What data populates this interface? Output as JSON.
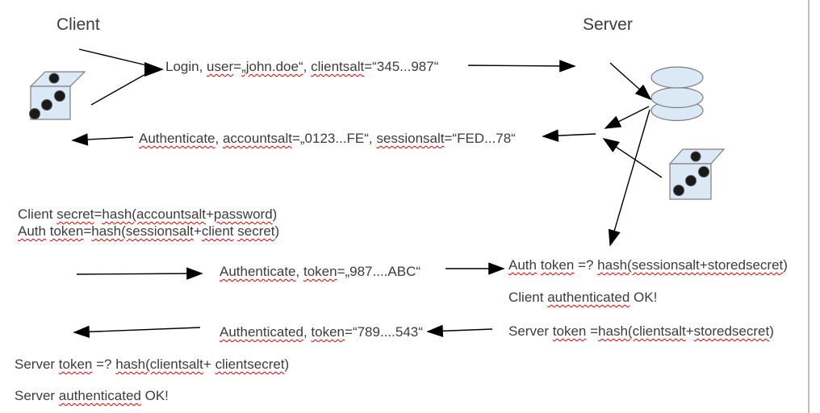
{
  "titles": {
    "client": "Client",
    "server": "Server"
  },
  "colors": {
    "text": "#3c3c3c",
    "squiggle": "#e00000",
    "icon_fill": "#dbe9f7",
    "icon_stroke": "#7e7e7e",
    "arrow": "#000000",
    "page_edge": "#bdbdbd"
  },
  "icons": {
    "client_dice": "dice-icon",
    "server_database": "database-cylinder-icon",
    "server_dice": "dice-icon"
  },
  "messages": {
    "login": {
      "segments": [
        {
          "t": "Login, "
        },
        {
          "t": "user",
          "w": true
        },
        {
          "t": "="
        },
        {
          "t": "„john.doe“",
          "w": true
        },
        {
          "t": ", "
        },
        {
          "t": "clientsalt",
          "w": true
        },
        {
          "t": "=“345...987“"
        }
      ]
    },
    "challenge": {
      "segments": [
        {
          "t": "Authenticate",
          "w": true
        },
        {
          "t": ", "
        },
        {
          "t": "accountsalt",
          "w": true
        },
        {
          "t": "=„0123...FE“, "
        },
        {
          "t": "sessionsalt",
          "w": true
        },
        {
          "t": "=“FED...78“"
        }
      ]
    },
    "client_secret_calc": {
      "segments": [
        {
          "t": "Client "
        },
        {
          "t": "secret",
          "w": true
        },
        {
          "t": "="
        },
        {
          "t": "hash(accountsalt",
          "w": true
        },
        {
          "t": "+"
        },
        {
          "t": "password",
          "w": true
        },
        {
          "t": ")"
        }
      ]
    },
    "auth_token_calc": {
      "segments": [
        {
          "t": "Auth",
          "w": true
        },
        {
          "t": " "
        },
        {
          "t": "token",
          "w": true
        },
        {
          "t": "="
        },
        {
          "t": "hash(sessionsalt",
          "w": true
        },
        {
          "t": "+"
        },
        {
          "t": "client",
          "w": true
        },
        {
          "t": " "
        },
        {
          "t": "secret",
          "w": true
        },
        {
          "t": ")"
        }
      ]
    },
    "token_submit": {
      "segments": [
        {
          "t": "Authenticate",
          "w": true
        },
        {
          "t": ", "
        },
        {
          "t": "token",
          "w": true
        },
        {
          "t": "=„987....ABC“"
        }
      ]
    },
    "server_verify": {
      "segments": [
        {
          "t": "Auth",
          "w": true
        },
        {
          "t": " "
        },
        {
          "t": "token",
          "w": true
        },
        {
          "t": " =? "
        },
        {
          "t": "hash(sessionsalt+storedsecret",
          "w": true
        },
        {
          "t": ")"
        }
      ]
    },
    "client_ok": {
      "segments": [
        {
          "t": "Client "
        },
        {
          "t": "authenticated",
          "w": true
        },
        {
          "t": " OK!"
        }
      ]
    },
    "authenticated_reply": {
      "segments": [
        {
          "t": "Authenticated",
          "w": true
        },
        {
          "t": ", "
        },
        {
          "t": "token",
          "w": true
        },
        {
          "t": "=“789....543“"
        }
      ]
    },
    "server_token_calc": {
      "segments": [
        {
          "t": "Server "
        },
        {
          "t": "token",
          "w": true
        },
        {
          "t": " ="
        },
        {
          "t": "hash(clientsalt",
          "w": true
        },
        {
          "t": "+"
        },
        {
          "t": "storedsecret",
          "w": true
        },
        {
          "t": ")"
        }
      ]
    },
    "client_verify": {
      "segments": [
        {
          "t": "Server "
        },
        {
          "t": "token",
          "w": true
        },
        {
          "t": " =? "
        },
        {
          "t": "hash(clientsalt",
          "w": true
        },
        {
          "t": "+ "
        },
        {
          "t": "clientsecret",
          "w": true
        },
        {
          "t": ")"
        }
      ]
    },
    "server_ok": {
      "segments": [
        {
          "t": "Server "
        },
        {
          "t": "authenticated",
          "w": true
        },
        {
          "t": " OK!"
        }
      ]
    }
  }
}
